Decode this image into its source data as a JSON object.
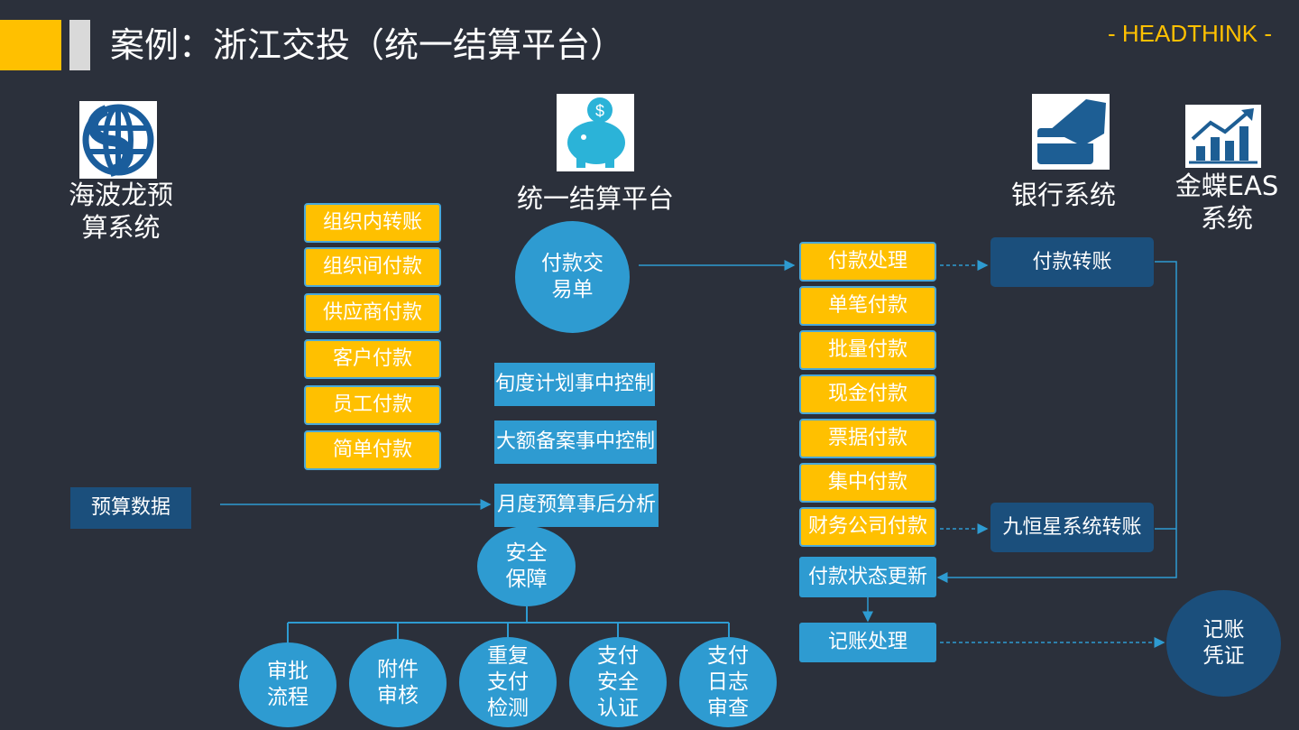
{
  "header": {
    "title": "案例：浙江交投（统一结算平台）",
    "brand": "- HEADTHINK -"
  },
  "systems": {
    "budget": "海波龙预算系统",
    "platform": "统一结算平台",
    "bank": "银行系统",
    "eas": "金蝶EAS系统"
  },
  "left_items": [
    "组织内转账",
    "组织间付款",
    "供应商付款",
    "客户付款",
    "员工付款",
    "简单付款"
  ],
  "budget_data": "预算数据",
  "payment_order": "付款交易单",
  "controls": [
    "旬度计划事中控制",
    "大额备案事中控制",
    "月度预算事后分析"
  ],
  "security": "安全保障",
  "security_items": [
    "审批流程",
    "附件审核",
    "重复支付检测",
    "支付安全认证",
    "支付日志审查"
  ],
  "processing": [
    "付款处理",
    "单笔付款",
    "批量付款",
    "现金付款",
    "票据付款",
    "集中付款",
    "财务公司付款"
  ],
  "status_update": "付款状态更新",
  "bookkeeping": "记账处理",
  "bank_transfer": "付款转账",
  "jiuhengxing": "九恒星系统转账",
  "voucher": "记账凭证",
  "colors": {
    "background": "#2b303b",
    "accent_yellow": "#ffc000",
    "accent_blue": "#2e9bd1",
    "dark_blue": "#1b4f7c"
  },
  "icons": [
    "globe-logo-icon",
    "piggy-bank-icon",
    "bank-card-icon",
    "chart-growth-icon"
  ]
}
